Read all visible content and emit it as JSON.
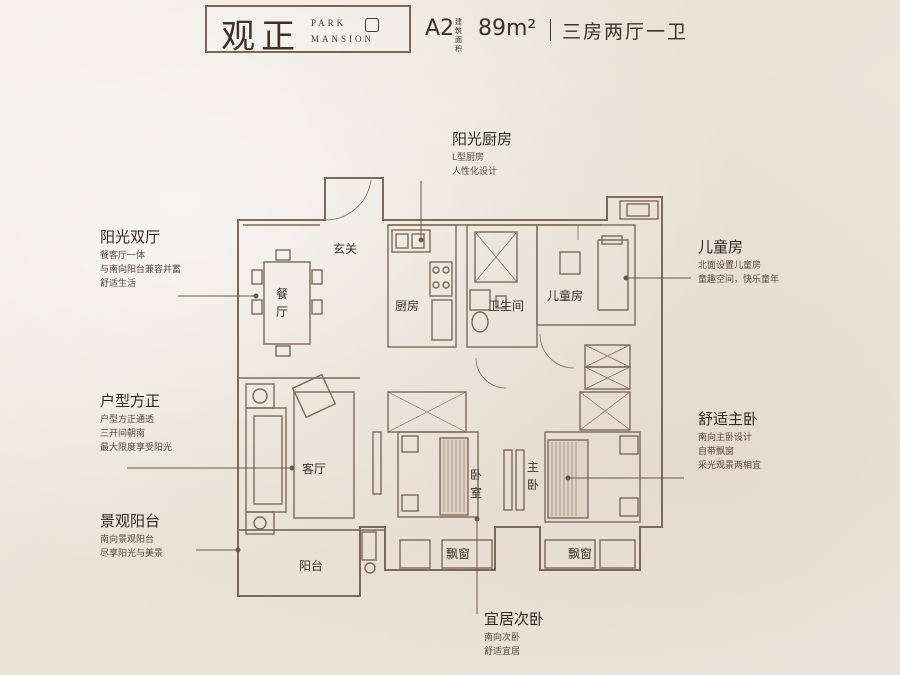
{
  "header": {
    "logo_cn": "观正",
    "logo_en_line1": "PARK",
    "logo_en_line2": "MANSION",
    "unit_code": "A2",
    "area_label": "建筑面积",
    "area_value": "89m²",
    "layout_desc": "三房两厅一卫"
  },
  "callouts": {
    "kitchen": {
      "title": "阳光厨房",
      "lines": [
        "L型厨房",
        "人性化设计"
      ]
    },
    "dining": {
      "title": "阳光双厅",
      "lines": [
        "餐客厅一体",
        "与南向阳台兼容并蓄",
        "舒适生活"
      ]
    },
    "children": {
      "title": "儿童房",
      "lines": [
        "北面设置儿童房",
        "童趣空间，快乐童年"
      ]
    },
    "layout": {
      "title": "户型方正",
      "lines": [
        "户型方正通透",
        "三开间朝南",
        "最大限度享受阳光"
      ]
    },
    "master": {
      "title": "舒适主卧",
      "lines": [
        "南向主卧设计",
        "自带飘窗",
        "采光观景两相宜"
      ]
    },
    "balcony": {
      "title": "景观阳台",
      "lines": [
        "南向景观阳台",
        "尽享阳光与美景"
      ]
    },
    "second": {
      "title": "宜居次卧",
      "lines": [
        "南向次卧",
        "舒适宜居"
      ]
    }
  },
  "rooms": {
    "entry": "玄关",
    "dining": "餐厅",
    "kitchen": "厨房",
    "bathroom": "卫生间",
    "children": "儿童房",
    "living": "客厅",
    "second_bed": "卧室",
    "master_bed": "主卧",
    "bay1": "飘窗",
    "bay2": "飘窗",
    "balcony": "阳台"
  },
  "colors": {
    "wall": "#7a6a5c",
    "text": "#3d3128",
    "leader": "#6b5a4c"
  }
}
